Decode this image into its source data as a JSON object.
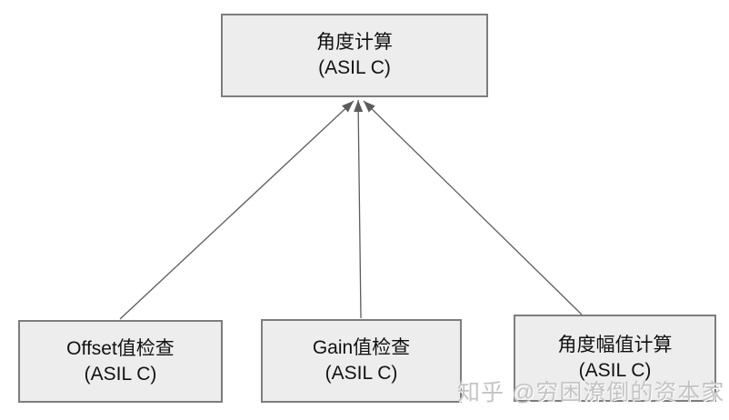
{
  "nodes": [
    {
      "id": "angle-calculation",
      "name": "角度计算",
      "asil": "(ASIL C)"
    },
    {
      "id": "offset-value-check",
      "name": "Offset值检查",
      "asil": "(ASIL C)"
    },
    {
      "id": "gain-value-check",
      "name": "Gain值检查",
      "asil": "(ASIL C)"
    },
    {
      "id": "angle-amplitude-calc",
      "name": "角度幅值计算",
      "asil": "(ASIL C)"
    }
  ],
  "edges": [
    {
      "from": "offset-value-check",
      "to": "angle-calculation"
    },
    {
      "from": "gain-value-check",
      "to": "angle-calculation"
    },
    {
      "from": "angle-amplitude-calc",
      "to": "angle-calculation"
    }
  ],
  "watermark": {
    "text": "知乎 @穷困潦倒的资本家"
  },
  "colors": {
    "background": "#ffffff",
    "box_fill": "#ededed",
    "box_border": "#7d7d7d",
    "arrow": "#5c5c5c",
    "text": "#111111",
    "watermark": "#c4c4c4"
  }
}
